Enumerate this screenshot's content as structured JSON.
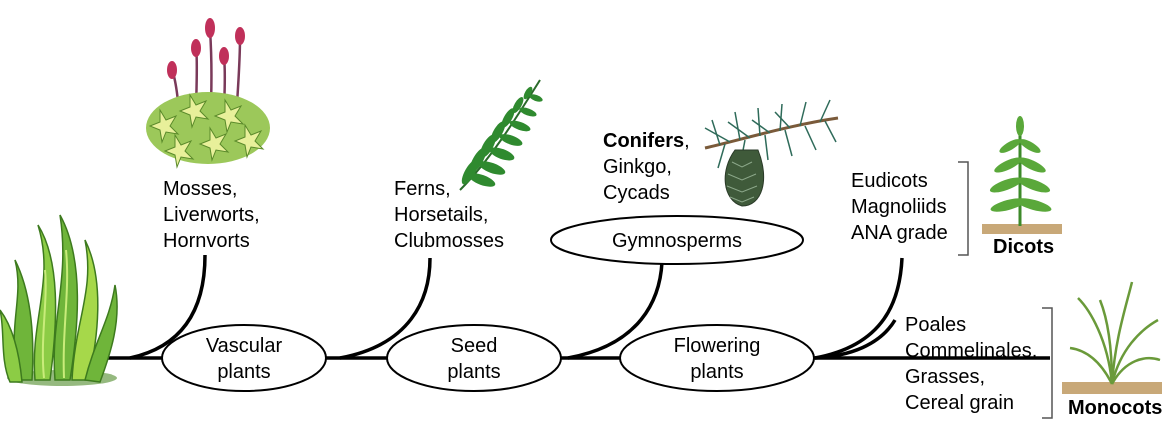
{
  "nodes": {
    "vascular": [
      "Vascular",
      "plants"
    ],
    "seed": [
      "Seed",
      "plants"
    ],
    "gymnosperms": [
      "Gymnosperms"
    ],
    "flowering": [
      "Flowering",
      "plants"
    ]
  },
  "labels": {
    "bryophytes": [
      "Mosses,",
      "Liverworts,",
      "Hornvorts"
    ],
    "ferns": [
      "Ferns,",
      "Horsetails,",
      "Clubmosses"
    ],
    "gymno_groups": {
      "bold": "Conifers",
      "rest_first": ",",
      "others": [
        "Ginkgo,",
        "Cycads"
      ]
    },
    "dicot_groups": [
      "Eudicots",
      "Magnoliids",
      "ANA grade"
    ],
    "dicots": "Dicots",
    "monocot_groups": [
      "Poales",
      "Commelinales,",
      "Grasses,",
      "Cereal grain"
    ],
    "monocots": "Monocots"
  },
  "icons": {
    "algae": "green-algae-icon",
    "moss": "moss-icon",
    "fern": "fern-frond-icon",
    "conifer": "conifer-branch-cone-icon",
    "dicot": "dicot-seedling-icon",
    "monocot": "grass-seedling-icon"
  },
  "colors": {
    "line": "#000000",
    "algae": "#5aa02c",
    "algae_light": "#a6d84a",
    "moss_stalk": "#7a3a5a",
    "moss_capsule": "#c0305a",
    "fern": "#2f8a2f",
    "conifer": "#2f6b5a",
    "cone": "#3f5a3a",
    "soil": "#c8a878"
  }
}
